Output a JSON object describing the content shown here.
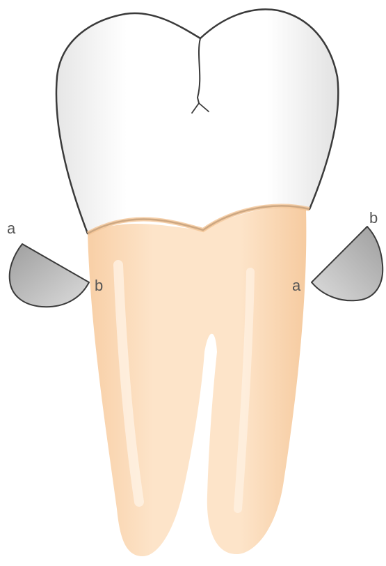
{
  "labels": {
    "left_blade_top": "a",
    "left_blade_contact": "b",
    "right_blade_top": "b",
    "right_blade_contact": "a"
  },
  "colors": {
    "crown_fill": "#ffffff",
    "crown_shade": "#e8e8e8",
    "root_fill": "#fbd8b4",
    "root_highlight": "#fff3e6",
    "blade_fill": "#bdbdbd",
    "outline": "#3a3a3a",
    "label": "#555555"
  }
}
